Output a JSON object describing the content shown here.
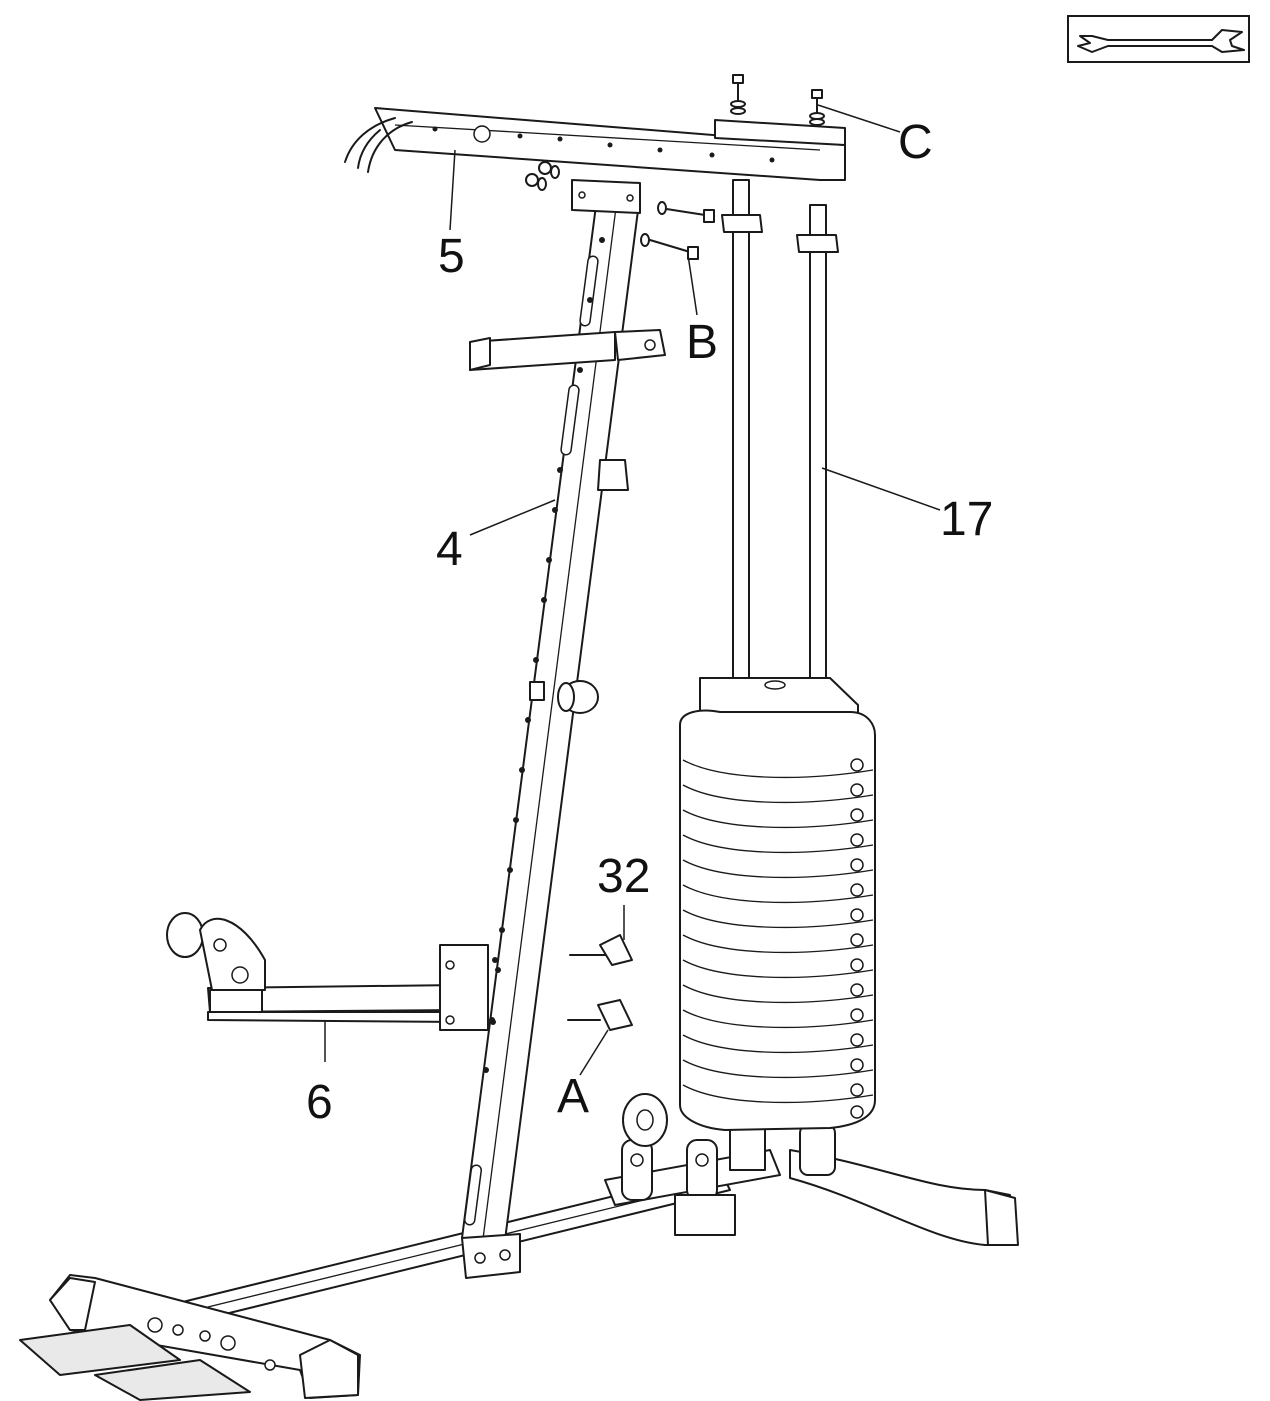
{
  "tool_icon": "wrench-icon",
  "callouts": {
    "part_5": "5",
    "part_4": "4",
    "part_6": "6",
    "part_17": "17",
    "part_32": "32",
    "bolt_a": "A",
    "bolt_b": "B",
    "bolt_c": "C"
  },
  "colors": {
    "line": "#1a1a1a",
    "background": "#ffffff",
    "shade": "#e9e9e9"
  }
}
